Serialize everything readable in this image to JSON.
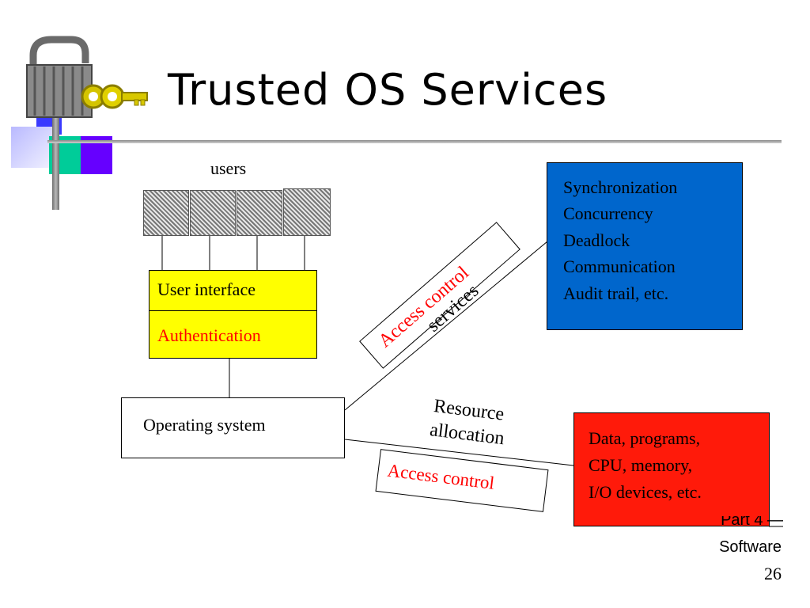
{
  "slide": {
    "title": "Trusted OS Services",
    "page_number": "26",
    "footer_part": "Part 4 —",
    "footer_section": "Software"
  },
  "diagram": {
    "users_label": "users",
    "user_interface": "User interface",
    "authentication": "Authentication",
    "operating_system": "Operating system",
    "access_control_upper": "Access control",
    "services_label": "services",
    "resource_allocation_line1": "Resource",
    "resource_allocation_line2": "allocation",
    "access_control_lower": "Access control",
    "services_box": [
      "Synchronization",
      "Concurrency",
      "Deadlock",
      "Communication",
      "Audit trail, etc."
    ],
    "resources_box": [
      "Data, programs,",
      "CPU, memory,",
      "I/O devices, etc."
    ]
  },
  "colors": {
    "ui_box": "#ffff00",
    "services_box": "#0066cc",
    "resources_box": "#ff1a0a",
    "red_text": "#ff0000"
  },
  "icons": {
    "logo": "padlock-with-key-icon",
    "users": "illustrated-characters-image"
  }
}
